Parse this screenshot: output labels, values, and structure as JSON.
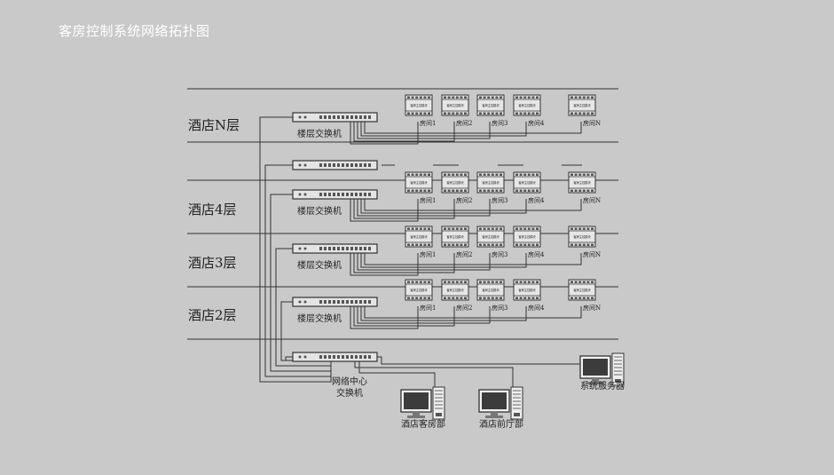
{
  "title": "客房控制系统网络拓扑图",
  "floors": [
    {
      "label": "酒店N层",
      "switch_label": "楼层交换机",
      "rooms": [
        "房间1",
        "房间2",
        "房间3",
        "房间4",
        "房间N"
      ],
      "show_rooms": true
    },
    {
      "label": "",
      "switch_label": "",
      "rooms": [],
      "show_rooms": false
    },
    {
      "label": "酒店4层",
      "switch_label": "楼层交换机",
      "rooms": [
        "房间1",
        "房间2",
        "房间3",
        "房间4",
        "房间N"
      ],
      "show_rooms": true
    },
    {
      "label": "酒店3层",
      "switch_label": "楼层交换机",
      "rooms": [
        "房间1",
        "房间2",
        "房间3",
        "房间4",
        "房间N"
      ],
      "show_rooms": true
    },
    {
      "label": "酒店2层",
      "switch_label": "楼层交换机",
      "rooms": [
        "房间1",
        "房间2",
        "房间3",
        "房间4",
        "房间N"
      ],
      "show_rooms": true
    }
  ],
  "controller_label": "客房主控模块",
  "core_switch_label": [
    "网络中心",
    "交换机"
  ],
  "terminals": {
    "housekeeping": "酒店客房部",
    "front_desk": "酒店前厅部",
    "server": "系统服务器"
  },
  "colors": {
    "background": "#c9c9c9",
    "line": "#333333",
    "title": "#ffffff"
  }
}
